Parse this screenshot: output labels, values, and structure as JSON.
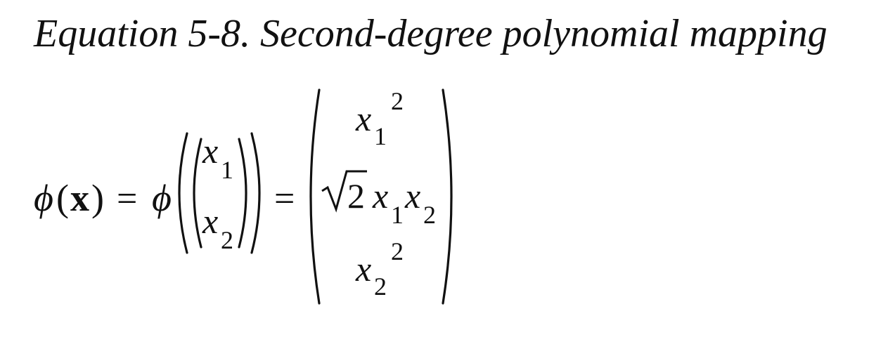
{
  "caption": {
    "label": "Equation 5-8.",
    "title": "Second-degree polynomial mapping"
  },
  "equation": {
    "lhs": {
      "func": "ϕ",
      "open_paren": "(",
      "arg": "x",
      "close_paren": ")"
    },
    "equals": "=",
    "middle": {
      "func": "ϕ",
      "vector": [
        {
          "base": "x",
          "sub": "1"
        },
        {
          "base": "x",
          "sub": "2"
        }
      ]
    },
    "rhs": {
      "rows": [
        {
          "base": "x",
          "sub": "1",
          "sup": "2"
        },
        {
          "sqrt": "2",
          "terms": [
            {
              "base": "x",
              "sub": "1"
            },
            {
              "base": "x",
              "sub": "2"
            }
          ]
        },
        {
          "base": "x",
          "sub": "2",
          "sup": "2"
        }
      ]
    }
  }
}
